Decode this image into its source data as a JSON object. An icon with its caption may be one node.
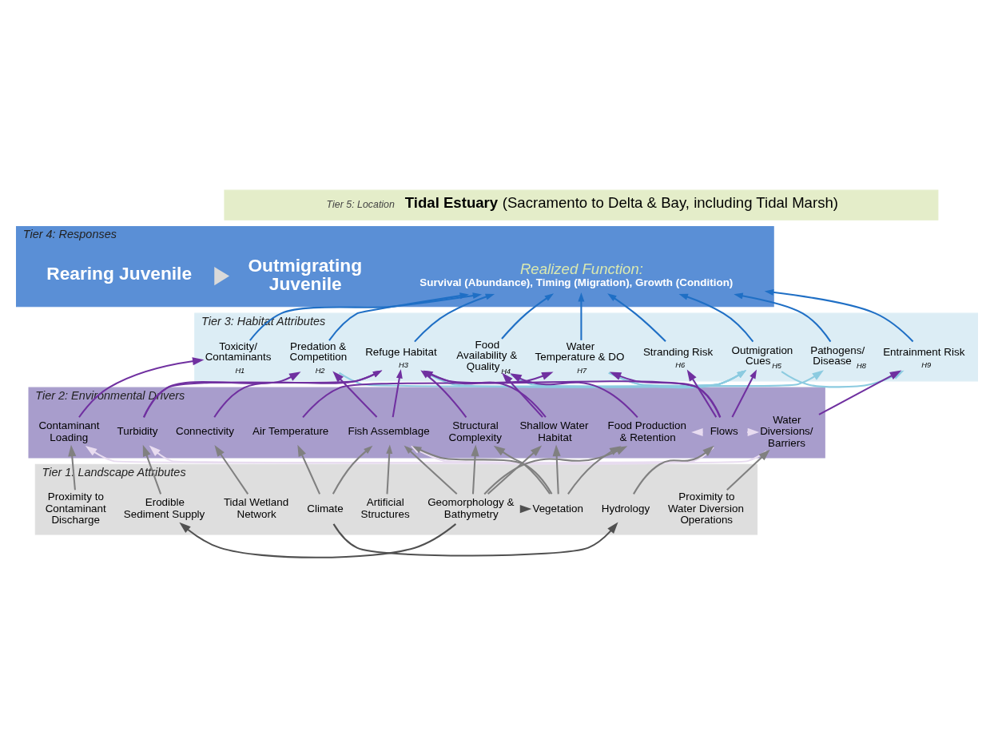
{
  "diagram": {
    "nodes": [
      {
        "text": [
          "Tier 5: Location",
          "**Tidal Estuary** (Sacramento to Delta & Bay, including Tidal Marsh)"
        ]
      },
      {
        "text": [
          "Tier 4: Responses"
        ]
      },
      {
        "text": [
          "Rearing Juvenile"
        ],
        "in": 1
      },
      {
        "text": [
          "Outmigrating Juvenile"
        ],
        "in": 1
      },
      {
        "text": [
          "Realized Function:",
          "Survival (Abundance), Timing (Migration), Growth (Condition)"
        ],
        "in": 1
      },
      {
        "text": [
          "Tier 3: Habitat Attributes"
        ]
      },
      {
        "text": [
          "Toxicity/ Contaminants $_{H1}$"
        ],
        "in": 5
      },
      {
        "text": [
          "Predation & Competition $_{H2}$"
        ],
        "in": 5
      },
      {
        "text": [
          "Refuge Habitat $_{H3}$"
        ],
        "in": 5
      },
      {
        "text": [
          "Food Availability & Quality$_{H4}$"
        ],
        "in": 5
      },
      {
        "text": [
          "Outmigration Cues$_{H5}$"
        ],
        "in": 5
      },
      {
        "text": [
          "Stranding Risk $_{H6}$"
        ],
        "in": 5
      },
      {
        "text": [
          "Water Temperature & DO $_{H7}$"
        ],
        "in": 5
      },
      {
        "text": [
          "Pathogens/ Disease $_{H8}$"
        ],
        "in": 5
      },
      {
        "text": [
          "Entrainment Risk $_{H9}$"
        ],
        "in": 5
      },
      {
        "text": [
          "Tier 2: Environmental Drivers"
        ]
      },
      {
        "text": [
          "Contaminant Loading"
        ],
        "in": 15
      },
      {
        "text": [
          "Connectivity"
        ],
        "in": 15
      },
      {
        "text": [
          "Structural Complexity"
        ],
        "in": 15
      },
      {
        "text": [
          "Fish Assemblage"
        ],
        "in": 15
      },
      {
        "text": [
          "Turbidity"
        ],
        "in": 15
      },
      {
        "text": [
          "Shallow Water Habitat"
        ],
        "in": 15
      },
      {
        "text": [
          "Food Production & Retention"
        ],
        "in": 15
      },
      {
        "text": [
          "Flows"
        ],
        "in": 15
      },
      {
        "text": [
          "Air Temperature"
        ],
        "in": 15
      },
      {
        "text": [
          "Water Diversions/ Barriers"
        ],
        "in": 15
      },
      {
        "text": [
          "Tier 1: Landscape Attributes"
        ]
      },
      {
        "text": [
          "Proximity to Contaminant Discharge"
        ],
        "in": 26
      },
      {
        "text": [
          "Artificial Structures"
        ],
        "in": 26
      },
      {
        "text": [
          "Erodible Sediment Supply"
        ],
        "in": 26
      },
      {
        "text": [
          "Tidal Wetland Network"
        ],
        "in": 26
      },
      {
        "text": [
          "Vegetation"
        ],
        "in": 26
      },
      {
        "text": [
          "Geomorphology & Bathymetry"
        ],
        "in": 26
      },
      {
        "text": [
          "Hydrology"
        ],
        "in": 26
      },
      {
        "text": [
          "Climate"
        ],
        "in": 26
      },
      {
        "text": [
          "Proximity to Water Diversion Operations"
        ],
        "in": 26
      }
    ],
    "edges": [
      {
        "from": 2,
        "to": 3,
        "arrow": "to",
        "style": "thick",
        "color": "#d9d9d9"
      },
      {
        "from": 6,
        "to": 4,
        "arrow": "to",
        "color": "#1f6fc5"
      },
      {
        "from": 7,
        "to": 4,
        "arrow": "to",
        "color": "#1f6fc5"
      },
      {
        "from": 8,
        "to": 4,
        "arrow": "to",
        "color": "#1f6fc5"
      },
      {
        "from": 9,
        "to": 4,
        "arrow": "to",
        "color": "#1f6fc5"
      },
      {
        "from": 10,
        "to": 4,
        "arrow": "to",
        "color": "#1f6fc5"
      },
      {
        "from": 11,
        "to": 4,
        "arrow": "to",
        "color": "#1f6fc5"
      },
      {
        "from": 12,
        "to": 4,
        "arrow": "to",
        "color": "#1f6fc5"
      },
      {
        "from": 13,
        "to": 4,
        "arrow": "to",
        "color": "#1f6fc5"
      },
      {
        "from": 14,
        "to": 4,
        "arrow": "to",
        "color": "#1f6fc5"
      },
      {
        "from": 7,
        "to": 10,
        "arrow": "to",
        "color": "#8ccbe0"
      },
      {
        "from": 8,
        "to": 10,
        "arrow": "to",
        "color": "#8ccbe0"
      },
      {
        "from": 9,
        "to": 10,
        "arrow": "to",
        "color": "#8ccbe0"
      },
      {
        "from": 12,
        "to": 10,
        "arrow": "to",
        "color": "#8ccbe0"
      },
      {
        "from": 12,
        "to": 13,
        "arrow": "to",
        "color": "#8ccbe0"
      },
      {
        "from": 10,
        "to": 14,
        "arrow": "to",
        "color": "#8ccbe0"
      },
      {
        "from": 16,
        "to": 6,
        "arrow": "to"
      },
      {
        "from": 19,
        "to": 7,
        "arrow": "to"
      },
      {
        "from": 20,
        "to": 7,
        "arrow": "to"
      },
      {
        "from": 19,
        "to": 8,
        "arrow": "to"
      },
      {
        "from": 20,
        "to": 8,
        "arrow": "to"
      },
      {
        "from": 17,
        "to": 8,
        "arrow": "to"
      },
      {
        "from": 18,
        "to": 8,
        "arrow": "to"
      },
      {
        "from": 21,
        "to": 8,
        "arrow": "to"
      },
      {
        "from": 23,
        "to": 8,
        "arrow": "to"
      },
      {
        "from": 21,
        "to": 9,
        "arrow": "to"
      },
      {
        "from": 22,
        "to": 9,
        "arrow": "to"
      },
      {
        "from": 23,
        "to": 11,
        "arrow": "to"
      },
      {
        "from": 23,
        "to": 10,
        "arrow": "to"
      },
      {
        "from": 23,
        "to": 12,
        "arrow": "to"
      },
      {
        "from": 24,
        "to": 12,
        "arrow": "to"
      },
      {
        "from": 25,
        "to": 14,
        "arrow": "to"
      },
      {
        "from": 23,
        "to": 16,
        "arrow": "to",
        "color": "#e8dcf0"
      },
      {
        "from": 23,
        "to": 19,
        "arrow": "to",
        "color": "#e8dcf0"
      },
      {
        "from": 23,
        "to": 20,
        "arrow": "to",
        "color": "#e8dcf0"
      },
      {
        "from": 23,
        "to": 22,
        "arrow": "to",
        "color": "#e8dcf0"
      },
      {
        "from": 23,
        "to": 25,
        "arrow": "to",
        "color": "#e8dcf0"
      },
      {
        "from": 25,
        "to": 19,
        "arrow": "to",
        "color": "#e8dcf0"
      },
      {
        "from": 27,
        "to": 16,
        "arrow": "to",
        "color": "#808080"
      },
      {
        "from": 28,
        "to": 19,
        "arrow": "to",
        "color": "#808080"
      },
      {
        "from": 31,
        "to": 19,
        "arrow": "to",
        "color": "#808080"
      },
      {
        "from": 32,
        "to": 19,
        "arrow": "to",
        "color": "#808080"
      },
      {
        "from": 34,
        "to": 19,
        "arrow": "to",
        "color": "#808080"
      },
      {
        "from": 29,
        "to": 20,
        "arrow": "to",
        "color": "#808080"
      },
      {
        "from": 30,
        "to": 17,
        "arrow": "to",
        "color": "#808080"
      },
      {
        "from": 31,
        "to": 18,
        "arrow": "to",
        "color": "#808080"
      },
      {
        "from": 31,
        "to": 21,
        "arrow": "to",
        "color": "#808080"
      },
      {
        "from": 31,
        "to": 22,
        "arrow": "to",
        "color": "#808080"
      },
      {
        "from": 32,
        "to": 18,
        "arrow": "to",
        "color": "#808080"
      },
      {
        "from": 32,
        "to": 21,
        "arrow": "to",
        "color": "#808080"
      },
      {
        "from": 32,
        "to": 22,
        "arrow": "to",
        "color": "#808080"
      },
      {
        "from": 32,
        "to": 31,
        "arrow": "to",
        "color": "#505050"
      },
      {
        "from": 32,
        "to": 29,
        "arrow": "to",
        "color": "#505050"
      },
      {
        "from": 34,
        "to": 33,
        "arrow": "to",
        "color": "#505050"
      },
      {
        "from": 33,
        "to": 23,
        "arrow": "to",
        "color": "#808080"
      },
      {
        "from": 34,
        "to": 24,
        "arrow": "to",
        "color": "#808080"
      },
      {
        "from": 35,
        "to": 25,
        "arrow": "to",
        "color": "#808080"
      }
    ]
  }
}
